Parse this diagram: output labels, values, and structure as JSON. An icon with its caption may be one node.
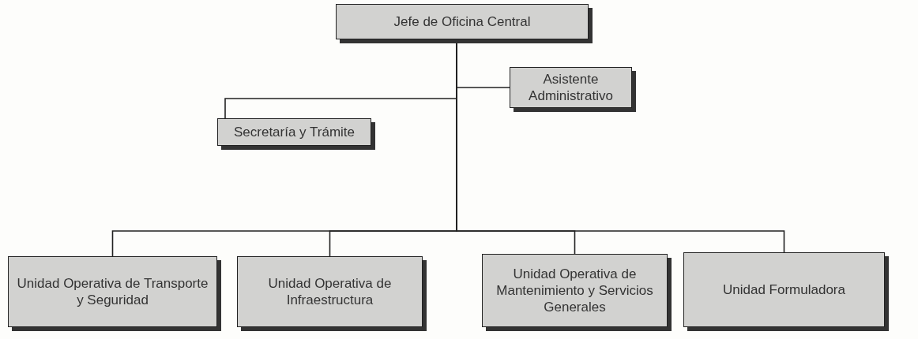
{
  "diagram": {
    "nodes": [
      {
        "text": [
          "Jefe de Oficina Central"
        ]
      },
      {
        "text": [
          "Asistente Administrativo"
        ]
      },
      {
        "text": [
          "Secretaría y Trámite"
        ]
      },
      {
        "text": [
          "Unidad Operativa de Transporte y Seguridad"
        ]
      },
      {
        "text": [
          "Unidad Operativa de Infraestructura"
        ]
      },
      {
        "text": [
          "Unidad Operativa de Mantenimiento y Servicios Generales"
        ]
      },
      {
        "text": [
          "Unidad Formuladora"
        ]
      }
    ],
    "edges": [
      {
        "from": 0,
        "to": 1,
        "arrow": "none"
      },
      {
        "from": 0,
        "to": 2,
        "arrow": "none"
      },
      {
        "from": 0,
        "to": 3,
        "arrow": "none"
      },
      {
        "from": 0,
        "to": 4,
        "arrow": "none"
      },
      {
        "from": 0,
        "to": 5,
        "arrow": "none"
      },
      {
        "from": 0,
        "to": 6,
        "arrow": "none"
      }
    ]
  }
}
